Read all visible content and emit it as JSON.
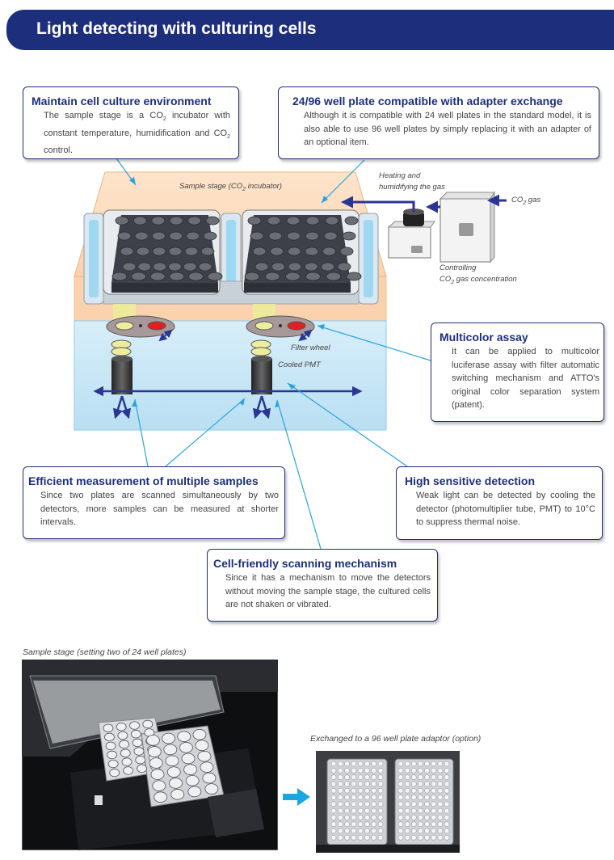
{
  "header": {
    "title": "Light detecting with culturing cells"
  },
  "callouts": {
    "cell_culture": {
      "title": "Maintain cell culture environment",
      "body_parts": [
        "The sample stage is a CO",
        "2",
        " incubator with constant temperature, humidification and CO",
        "2",
        " control."
      ]
    },
    "plate_compat": {
      "title": "24/96 well plate compatible with adapter exchange",
      "body": "Although it is compatible with 24 well plates in the standard model, it is also able to use 96 well plates by simply replacing it with an adapter of an optional item."
    },
    "multicolor": {
      "title": "Multicolor assay",
      "body": "It can be applied to multicolor luciferase assay with filter automatic switching mechanism and ATTO's original color separation system (patent)."
    },
    "efficient": {
      "title": "Efficient measurement of multiple samples",
      "body": "Since two plates are scanned simultaneously by two detectors, more samples can be measured at shorter intervals."
    },
    "sensitive": {
      "title": "High sensitive detection",
      "body": "Weak light can be detected by cooling the detector (photomultiplier tube, PMT) to 10°C to suppress thermal noise."
    },
    "scanning": {
      "title": "Cell-friendly scanning mechanism",
      "body": "Since it has a mechanism to move the detectors without moving the sample stage, the cultured cells are not shaken or vibrated."
    }
  },
  "diagram": {
    "stage_label_parts": [
      "Sample stage (CO",
      "2",
      " incubator)"
    ],
    "heating_line1": "Heating and",
    "heating_line2": "humidifying the gas",
    "co2_gas_parts": [
      "CO",
      "2",
      " gas"
    ],
    "controlling_line1": "Controlling",
    "controlling_line2_parts": [
      "CO",
      "2",
      " gas concentration"
    ],
    "filter_wheel": "Filter wheel",
    "cooled_pmt": "Cooled PMT"
  },
  "photos": {
    "caption_left": "Sample stage (setting two of 24 well plates)",
    "caption_right": "Exchanged to a 96 well plate adaptor (option)"
  },
  "colors": {
    "navy": "#1d2f7c",
    "cyan_leader": "#2aa4dc",
    "arrow": "#2b3694"
  }
}
